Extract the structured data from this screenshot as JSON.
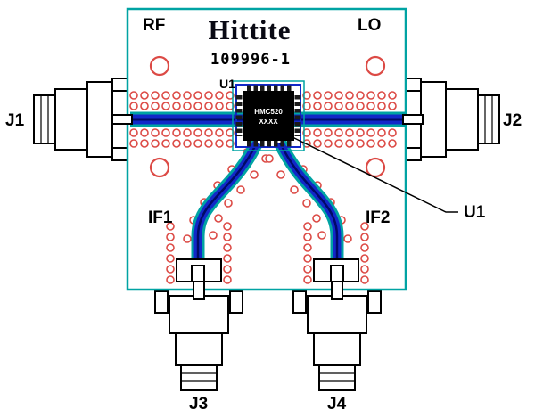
{
  "diagram": {
    "logo": "Hittite",
    "part_number": "109996-1",
    "labels": {
      "rf": "RF",
      "lo": "LO",
      "if1": "IF1",
      "if2": "IF2",
      "u1_designator": "U1",
      "u1_callout": "U1",
      "j1": "J1",
      "j2": "J2",
      "j3": "J3",
      "j4": "J4"
    },
    "chip": {
      "marking_line1": "HMC520",
      "marking_line2": "XXXX"
    },
    "colors": {
      "board_outline": "#00A3A3",
      "via_ring": "#DC4A45",
      "trace_blue": "#1228C8",
      "trace_core": "#000A66",
      "chip_body": "#000000"
    }
  }
}
